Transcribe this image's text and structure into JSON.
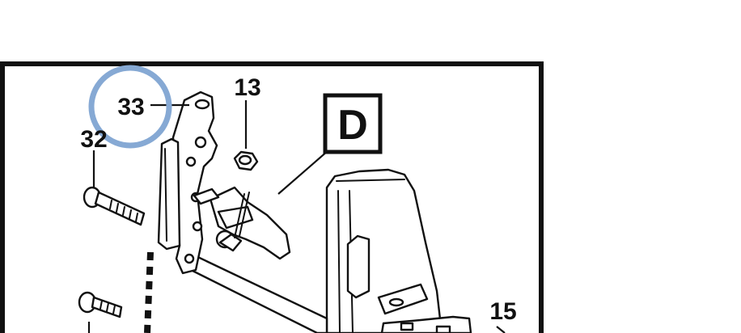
{
  "diagram": {
    "view_letter": "D",
    "callouts": [
      "33",
      "13",
      "32",
      "15"
    ],
    "highlight_color": "#86a9d4",
    "ink_color": "#111111"
  }
}
